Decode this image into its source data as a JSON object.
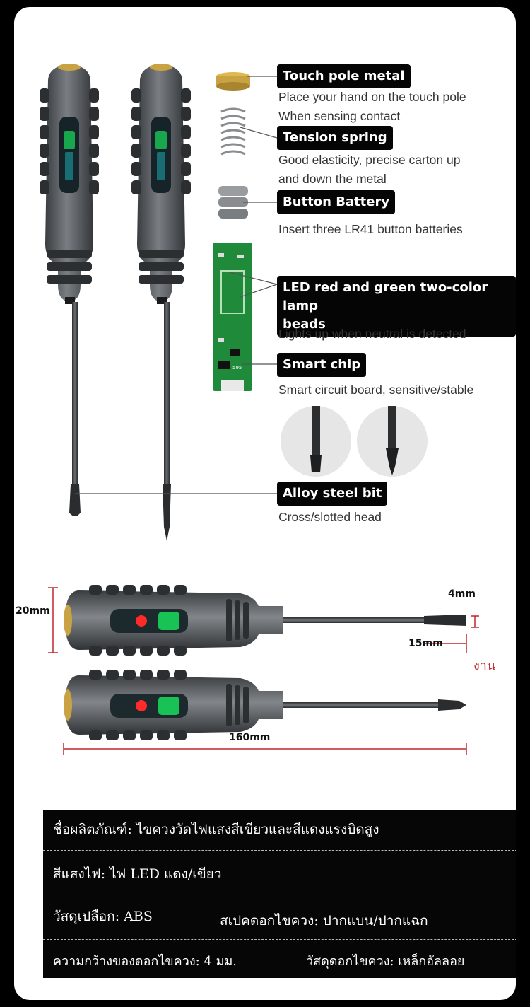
{
  "callouts": [
    {
      "title": "Touch pole metal",
      "desc": [
        "Place your hand on the touch pole",
        "When sensing contact"
      ]
    },
    {
      "title": "Tension spring",
      "desc": [
        "Good elasticity, precise carton up",
        "and down the metal"
      ]
    },
    {
      "title": "Button Battery",
      "desc": [
        "Insert three LR41 button batteries"
      ]
    },
    {
      "title": "LED red and green two-color lamp",
      "title2": "beads",
      "desc": [
        "Lights up when neutral is detected"
      ]
    },
    {
      "title": "Smart chip",
      "desc": [
        "Smart circuit board, sensitive/stable"
      ]
    },
    {
      "title": "Alloy steel bit",
      "desc": [
        "Cross/slotted head"
      ]
    }
  ],
  "pcb_label": "595",
  "dimensions": {
    "height": "20mm",
    "tip_width": "4mm",
    "tip_length": "15mm",
    "total_length": "160mm",
    "stray_text": "งาน"
  },
  "specs": {
    "row1": "ชื่อผลิตภัณฑ์: ไขควงวัดไฟแสงสีเขียวและสีแดงแรงบิดสูง",
    "row2": "สีแสงไฟ: ไฟ LED แดง/เขียว",
    "row3_left": "วัสดุเปลือก: ABS",
    "row3_right": "สเปคดอกไขควง: ปากแบน/ปากแฉก",
    "row4_left": "ความกว้างของดอกไขควง: 4 มม.",
    "row4_right": "วัสดุดอกไขควง: เหล็กอัลลอย"
  },
  "colors": {
    "background": "#000000",
    "card": "#ffffff",
    "label_bg": "#050505",
    "handle": "#5b5f63",
    "led_green": "#19d35a",
    "led_red": "#ff2a2a",
    "pcb": "#1f8a3a",
    "gold": "#c9a243",
    "dimension_line": "#c1272d"
  }
}
